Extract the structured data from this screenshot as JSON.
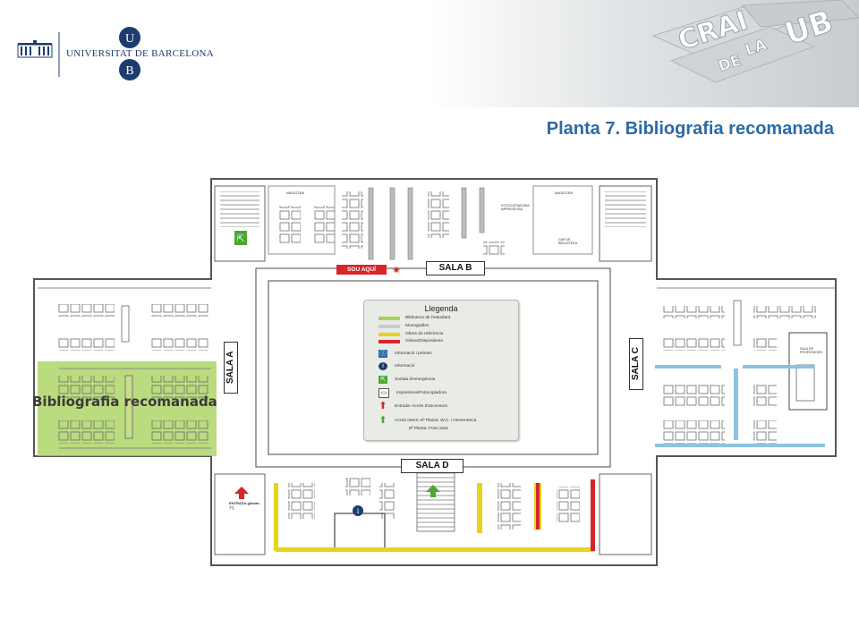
{
  "header": {
    "university": "UNIVERSITAT DE BARCELONA",
    "logo_letters": [
      "U",
      "B"
    ],
    "brand_words": [
      "CRAI",
      "DE",
      "LA",
      "UB"
    ]
  },
  "title": "Planta 7. Bibliografia recomanada",
  "highlight_label": "Bibliografia recomanada",
  "rooms": {
    "sala_a": "SALA A",
    "sala_b": "SALA B",
    "sala_c": "SALA C",
    "sala_d": "SALA D"
  },
  "you_are_here": "SOU AQUÍ",
  "labels": {
    "magatzem_1": "MAGATZEM",
    "magatzem_2": "MAGATZEM",
    "fotocopiadora": "FOTOCOPIADORA IMPRESSORA",
    "cap_biblioteca": "CAP DE BIBLIOTECA",
    "sala_professors": "SALA DE PROFESSORS",
    "entrada": "ENTRADA (planta 7ª)"
  },
  "legend": {
    "title": "Llegenda",
    "items": [
      {
        "text": "Biblioteca de l'estudiant",
        "color": "#a6d15a"
      },
      {
        "text": "Monografies",
        "color": "#c9cdd0"
      },
      {
        "text": "Obres de referència",
        "color": "#e8d21a"
      },
      {
        "text": "Vídeos/Dispositives",
        "color": "#d3262b"
      },
      {
        "text": "Informació i préstec",
        "icon": "info-loan-icon"
      },
      {
        "text": "Informació",
        "icon": "info-icon"
      },
      {
        "text": "Sortida d'emergència",
        "icon": "emergency-exit-icon"
      },
      {
        "text": "Impressora/Fotocopiadora",
        "icon": "printer-icon"
      },
      {
        "text": "Entrada: Accés d'ascensors",
        "icon": "red-arrow-icon"
      },
      {
        "text": "Accés intern: 6ª Planta: W.C. i Hemeroteca",
        "icon": "green-arrow-icon"
      },
      {
        "text": "8ª Planta: Fons antic"
      }
    ]
  },
  "colors": {
    "title": "#2b6aa8",
    "student_library": "#a6d15a",
    "reference": "#e8d21a",
    "videos": "#d3262b",
    "blue_shelves": "#8cc3e0",
    "brand_navy": "#1d3c6e"
  }
}
